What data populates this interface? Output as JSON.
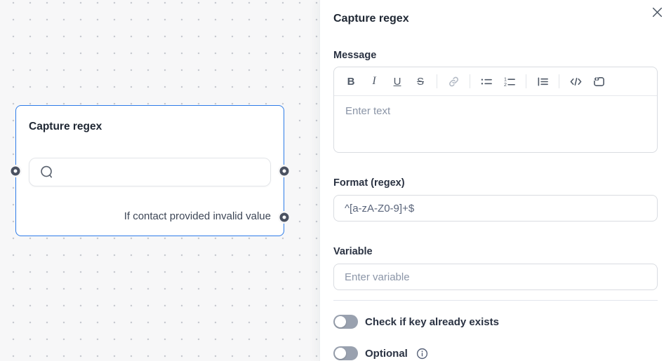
{
  "colors": {
    "accent_blue": "#2E7CE8",
    "canvas_bg": "#F7F7F8",
    "canvas_dot": "#C7CAD0",
    "panel_bg": "#FFFFFF",
    "text_dark": "#2A3242",
    "text_muted": "#8C96A8",
    "toggle_off_track": "#99A1AF",
    "port_ring": "#4A5160",
    "input_border": "#D9DCE1"
  },
  "icons": {
    "close": "x (thin cross)",
    "chat_bubble": "round speech bubble outline",
    "link": "chain link (disabled gray)",
    "unordered_list": "bulleted list",
    "ordered_list": "numbered list",
    "indent_list": "vertical bar + list lines",
    "code": "</>",
    "code_snippet": "rounded square with <> notch",
    "info": "circled i",
    "port": "dark ring connection dot"
  },
  "canvas": {
    "node": {
      "title": "Capture regex",
      "output_label": "If contact provided invalid value"
    }
  },
  "panel": {
    "title": "Capture regex",
    "message": {
      "label": "Message",
      "placeholder": "Enter text",
      "toolbar": {
        "bold": "B",
        "italic": "I",
        "underline": "U",
        "strikethrough": "S"
      }
    },
    "format": {
      "label": "Format (regex)",
      "value": "^[a-zA-Z0-9]+$"
    },
    "variable": {
      "label": "Variable",
      "placeholder": "Enter variable"
    },
    "toggles": [
      {
        "label": "Check if key already exists",
        "state": "off"
      },
      {
        "label": "Optional",
        "state": "off",
        "has_info": true
      }
    ]
  }
}
